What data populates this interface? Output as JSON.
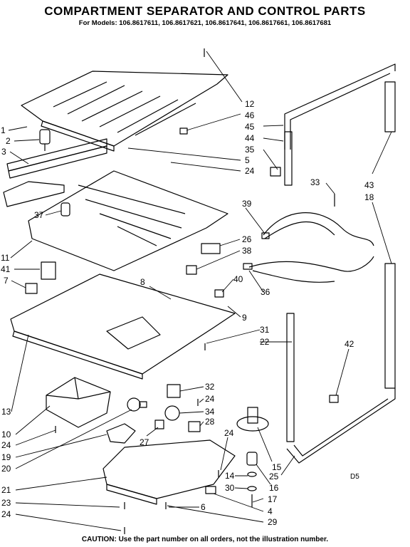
{
  "header": {
    "title": "COMPARTMENT SEPARATOR AND CONTROL PARTS",
    "subtitle": "For Models: 106.8617611, 106.8617621, 106.8617641, 106.8617661, 106.8617681"
  },
  "footer": {
    "caution": "CAUTION: Use the part number on all orders, not the illustration number.",
    "diagram_code": "D5"
  },
  "callouts": [
    {
      "id": "c1",
      "label": "1"
    },
    {
      "id": "c2",
      "label": "2"
    },
    {
      "id": "c3",
      "label": "3"
    },
    {
      "id": "c37",
      "label": "37"
    },
    {
      "id": "c11",
      "label": "11"
    },
    {
      "id": "c41",
      "label": "41"
    },
    {
      "id": "c7",
      "label": "7"
    },
    {
      "id": "c13",
      "label": "13"
    },
    {
      "id": "c10",
      "label": "10"
    },
    {
      "id": "c24a",
      "label": "24"
    },
    {
      "id": "c19",
      "label": "19"
    },
    {
      "id": "c20",
      "label": "20"
    },
    {
      "id": "c21",
      "label": "21"
    },
    {
      "id": "c23",
      "label": "23"
    },
    {
      "id": "c24b",
      "label": "24"
    },
    {
      "id": "c12",
      "label": "12"
    },
    {
      "id": "c46",
      "label": "46"
    },
    {
      "id": "c45",
      "label": "45"
    },
    {
      "id": "c44",
      "label": "44"
    },
    {
      "id": "c35",
      "label": "35"
    },
    {
      "id": "c5",
      "label": "5"
    },
    {
      "id": "c24c",
      "label": "24"
    },
    {
      "id": "c33",
      "label": "33"
    },
    {
      "id": "c43",
      "label": "43"
    },
    {
      "id": "c18",
      "label": "18"
    },
    {
      "id": "c39",
      "label": "39"
    },
    {
      "id": "c26",
      "label": "26"
    },
    {
      "id": "c38",
      "label": "38"
    },
    {
      "id": "c8",
      "label": "8"
    },
    {
      "id": "c40",
      "label": "40"
    },
    {
      "id": "c36",
      "label": "36"
    },
    {
      "id": "c9",
      "label": "9"
    },
    {
      "id": "c31",
      "label": "31"
    },
    {
      "id": "c22",
      "label": "22"
    },
    {
      "id": "c42",
      "label": "42"
    },
    {
      "id": "c32",
      "label": "32"
    },
    {
      "id": "c24d",
      "label": "24"
    },
    {
      "id": "c34",
      "label": "34"
    },
    {
      "id": "c28",
      "label": "28"
    },
    {
      "id": "c27",
      "label": "27"
    },
    {
      "id": "c24e",
      "label": "24"
    },
    {
      "id": "c15",
      "label": "15"
    },
    {
      "id": "c25",
      "label": "25"
    },
    {
      "id": "c16",
      "label": "16"
    },
    {
      "id": "c14",
      "label": "14"
    },
    {
      "id": "c30",
      "label": "30"
    },
    {
      "id": "c17",
      "label": "17"
    },
    {
      "id": "c6",
      "label": "6"
    },
    {
      "id": "c4",
      "label": "4"
    },
    {
      "id": "c29",
      "label": "29"
    }
  ]
}
